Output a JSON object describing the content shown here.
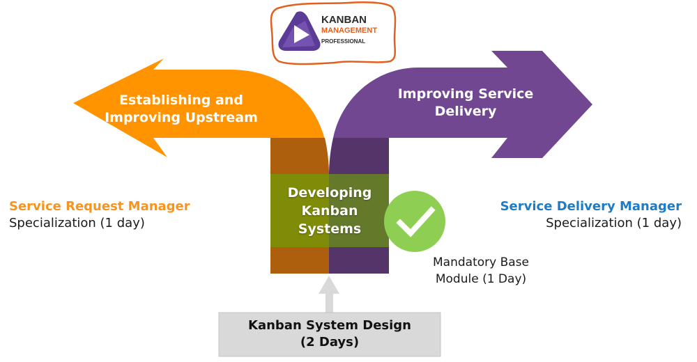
{
  "logo": {
    "line1": "KANBAN",
    "line2": "MANAGEMENT",
    "line3": "PROFESSIONAL",
    "border_color": "#e1601e",
    "mark_color": "#5a3c96"
  },
  "left_arrow": {
    "line1": "Establishing and",
    "line2": "Improving Upstream",
    "color": "#ff9300"
  },
  "right_arrow": {
    "line1": "Improving Service",
    "line2": "Delivery",
    "color": "#704790"
  },
  "center_block": {
    "line1": "Developing",
    "line2": "Kanban",
    "line3": "Systems",
    "left_dark_color": "#ad5f0d",
    "right_dark_color": "#55346a",
    "left_green_color": "#7f8c08",
    "right_green_color": "#647a2a"
  },
  "check_badge": {
    "icon": "checkmark-icon",
    "color": "#8ecf53"
  },
  "base_module": {
    "line1": "Mandatory Base",
    "line2": "Module (1 Day)"
  },
  "left_role": {
    "title": "Service Request Manager",
    "subtitle": "Specialization (1 day)",
    "color": "#f7941d"
  },
  "right_role": {
    "title": "Service Delivery Manager",
    "subtitle": "Specialization (1 day)",
    "color": "#1f7cc4"
  },
  "foundation": {
    "line1": "Kanban System Design",
    "line2": "(2 Days)",
    "fill": "#d9d9d9",
    "border": "#c4c4c4"
  }
}
